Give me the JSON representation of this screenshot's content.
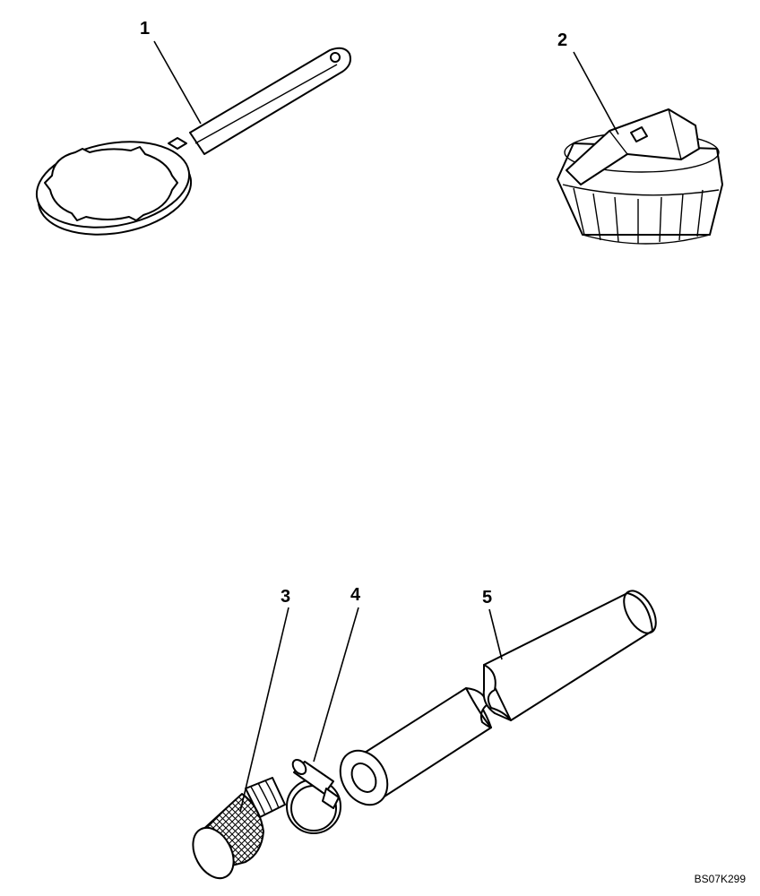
{
  "callouts": {
    "c1": "1",
    "c2": "2",
    "c3": "3",
    "c4": "4",
    "c5": "5"
  },
  "figure_code": "BS07K299",
  "colors": {
    "line": "#000000",
    "background": "#ffffff"
  }
}
